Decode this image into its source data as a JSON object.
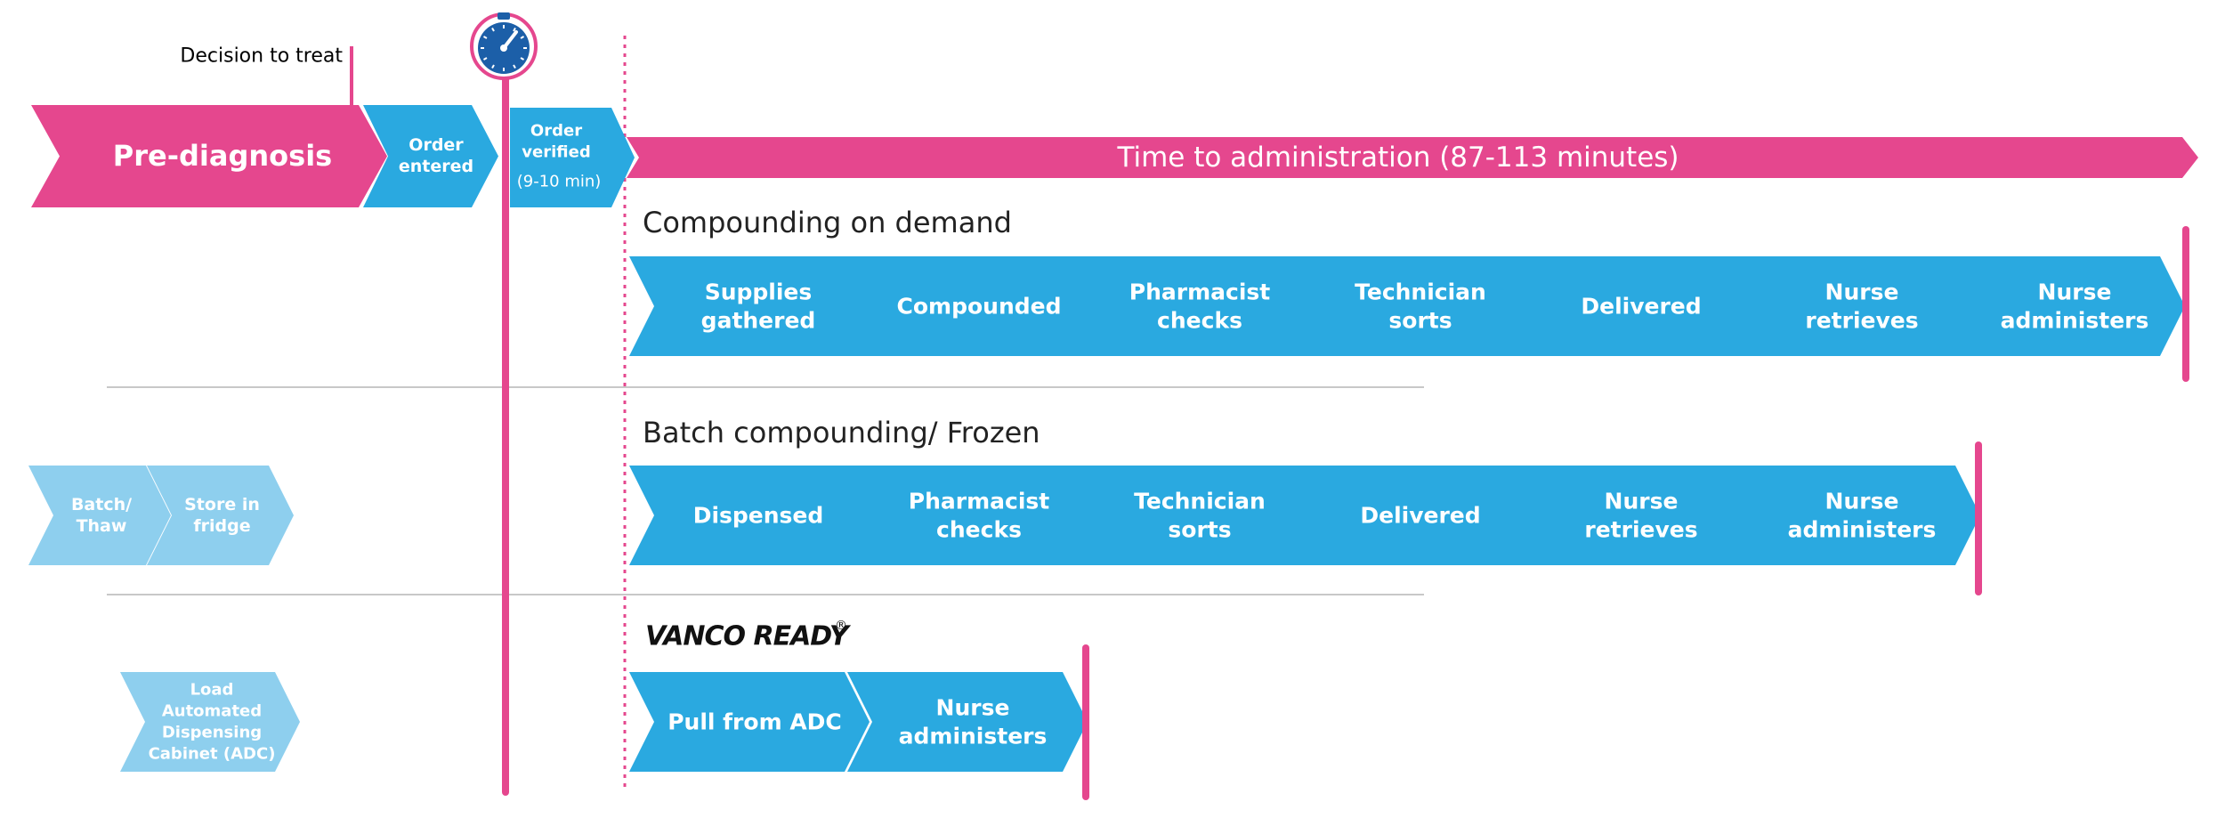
{
  "colors": {
    "pink": "#e5478e",
    "blue": "#2aa9e0",
    "light_blue": "#8ecfee",
    "dark_blue": "#1c5fa8",
    "divider": "#c8c8c8",
    "text": "#222222"
  },
  "icons": {
    "clock": "stopwatch-icon"
  },
  "header": {
    "decision_label": "Decision to treat",
    "pre_diagnosis": "Pre-diagnosis",
    "order_entered": [
      "Order",
      "entered"
    ],
    "order_verified": [
      "Order",
      "verified",
      "(9-10 min)"
    ],
    "time_to_administration": "Time to administration (87-113 minutes)"
  },
  "lanes": [
    {
      "title": "Compounding on demand",
      "prep_steps": [],
      "steps": [
        [
          "Supplies",
          "gathered"
        ],
        [
          "Compounded"
        ],
        [
          "Pharmacist",
          "checks"
        ],
        [
          "Technician",
          "sorts"
        ],
        [
          "Delivered"
        ],
        [
          "Nurse",
          "retrieves"
        ],
        [
          "Nurse",
          "administers"
        ]
      ]
    },
    {
      "title": "Batch compounding/ Frozen",
      "prep_steps": [
        [
          "Batch/",
          "Thaw"
        ],
        [
          "Store in",
          "fridge"
        ]
      ],
      "steps": [
        [
          "Dispensed"
        ],
        [
          "Pharmacist",
          "checks"
        ],
        [
          "Technician",
          "sorts"
        ],
        [
          "Delivered"
        ],
        [
          "Nurse",
          "retrieves"
        ],
        [
          "Nurse",
          "administers"
        ]
      ]
    },
    {
      "title": "VANCO READY",
      "title_mark": "®",
      "prep_steps": [
        [
          "Load",
          "Automated",
          "Dispensing",
          "Cabinet (ADC)"
        ]
      ],
      "steps": [
        [
          "Pull from ADC"
        ],
        [
          "Nurse",
          "administers"
        ]
      ]
    }
  ]
}
